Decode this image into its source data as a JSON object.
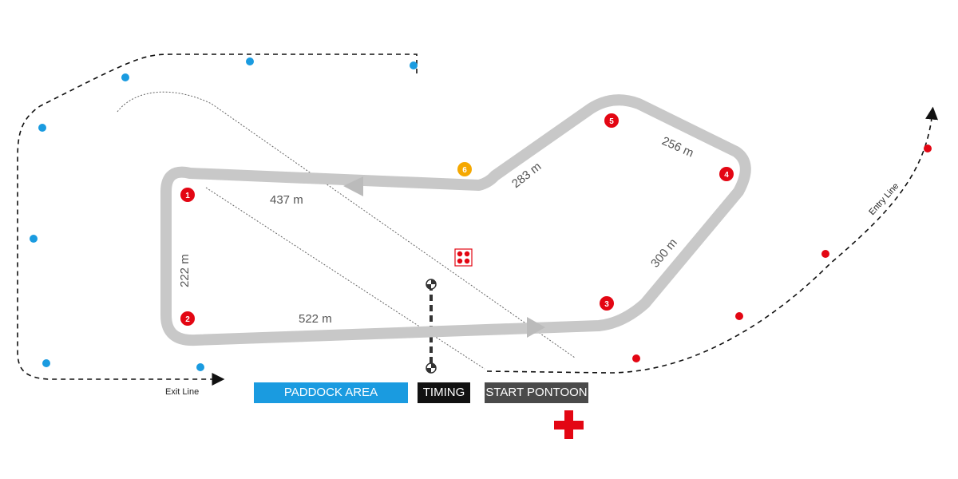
{
  "colors": {
    "track": "#c8c8c8",
    "arrow": "#bbbbbb",
    "buoy_red": "#e30613",
    "buoy_blue": "#1a9be0",
    "buoy_orange": "#f5a800",
    "paddock_bg": "#1a9be0",
    "timing_bg": "#111111",
    "pontoon_bg": "#4a4a4a",
    "first_aid": "#e30613"
  },
  "course": {
    "turn_buoys": [
      {
        "number": "1",
        "color": "red",
        "icon": "turn-buoy-icon"
      },
      {
        "number": "2",
        "color": "red",
        "icon": "turn-buoy-icon"
      },
      {
        "number": "3",
        "color": "red",
        "icon": "turn-buoy-icon"
      },
      {
        "number": "4",
        "color": "red",
        "icon": "turn-buoy-icon"
      },
      {
        "number": "5",
        "color": "red",
        "icon": "turn-buoy-icon"
      },
      {
        "number": "6",
        "color": "orange",
        "icon": "turn-buoy-icon"
      }
    ],
    "segment_lengths": {
      "top": "437 m",
      "left": "222 m",
      "bottom": "522 m",
      "right_lower": "300 m",
      "right_upper": "256 m",
      "diagonal": "283 m"
    }
  },
  "labels": {
    "entry_line": "Entry Line",
    "exit_line": "Exit Line"
  },
  "facilities": {
    "paddock": "PADDOCK AREA",
    "timing": "TIMING",
    "start_pontoon": "START PONTOON"
  },
  "icons": {
    "start_marker": "start-marker-icon",
    "first_aid": "first-aid-cross-icon",
    "dice": "buoy-cluster-icon"
  }
}
